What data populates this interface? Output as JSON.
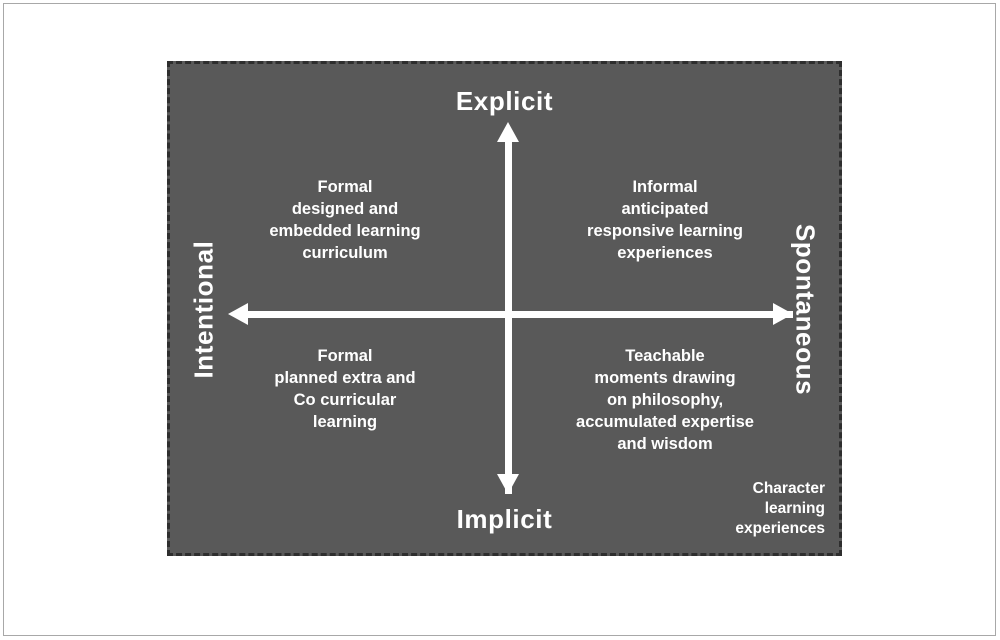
{
  "diagram": {
    "title": "Character learning experiences",
    "panel_background": "#595959",
    "panel_border_color": "#2e2e2e",
    "text_color": "#ffffff",
    "outer_border_color": "#a8a8a8",
    "axes": {
      "vertical": {
        "top_label": "Explicit",
        "bottom_label": "Implicit"
      },
      "horizontal": {
        "left_label": "Intentional",
        "right_label": "Spontaneous"
      }
    },
    "quadrants": {
      "top_left": "Formal\ndesigned and\nembedded learning\ncurriculum",
      "top_right": "Informal\nanticipated\nresponsive learning\nexperiences",
      "bottom_left": "Formal\nplanned extra and\nCo curricular\nlearning",
      "bottom_right": "Teachable\nmoments drawing\non philosophy,\naccumulated expertise\nand wisdom"
    },
    "caption": "Character\nlearning\nexperiences"
  }
}
